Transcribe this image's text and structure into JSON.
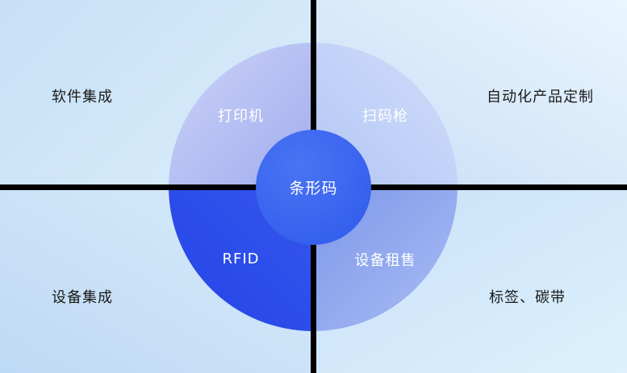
{
  "diagram": {
    "center_label": "条形码",
    "segments": {
      "top_left": "打印机",
      "top_right": "扫码枪",
      "bottom_left": "RFID",
      "bottom_right": "设备租售"
    },
    "corners": {
      "top_left": "软件集成",
      "top_right": "自动化产品定制",
      "bottom_left": "设备集成",
      "bottom_right": "标签、碳带"
    },
    "colors": {
      "center_circle": "#3c66f0",
      "segment_top_left": "#aab5f0",
      "segment_top_right": "#bfd1f7",
      "segment_bottom_left": "#2b4ce9",
      "segment_bottom_right": "#8ca4ec",
      "divider": "#000000",
      "background": "#cfe5f9",
      "segment_text": "#ffffff",
      "corner_text": "#1a1a1a"
    }
  }
}
